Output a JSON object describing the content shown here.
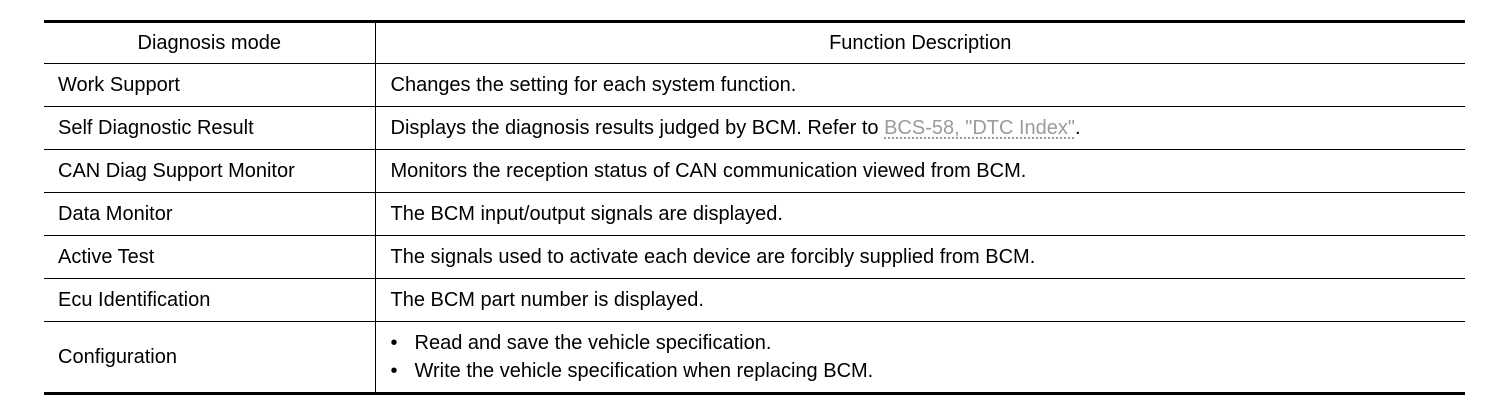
{
  "table": {
    "headers": {
      "mode": "Diagnosis mode",
      "description": "Function Description"
    },
    "rows": [
      {
        "mode": "Work Support",
        "description": "Changes the setting for each system function."
      },
      {
        "mode": "Self Diagnostic Result",
        "description": "Displays the diagnosis results judged by BCM. Refer to ",
        "link": "BCS-58, \"DTC Index\"",
        "suffix": "."
      },
      {
        "mode": "CAN Diag Support Monitor",
        "description": "Monitors the reception status of CAN communication viewed from BCM."
      },
      {
        "mode": "Data Monitor",
        "description": "The BCM input/output signals are displayed."
      },
      {
        "mode": "Active Test",
        "description": "The signals used to activate each device are forcibly supplied from BCM."
      },
      {
        "mode": "Ecu Identification",
        "description": "The BCM part number is displayed."
      },
      {
        "mode": "Configuration",
        "bullet_symbol": "•",
        "bullets": [
          "Read and save the vehicle specification.",
          "Write the vehicle specification when replacing BCM."
        ]
      }
    ]
  }
}
